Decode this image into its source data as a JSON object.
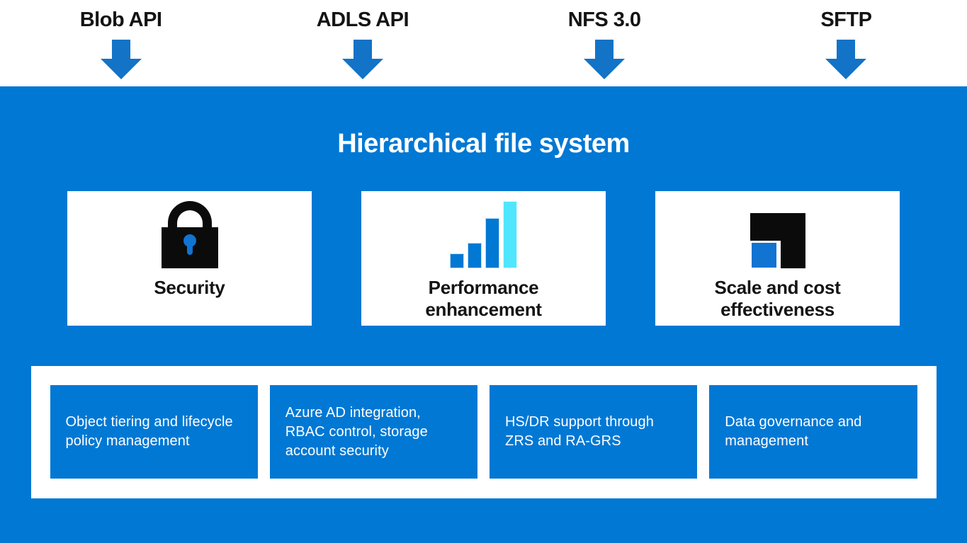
{
  "colors": {
    "background_blue": "#0078d4",
    "arrow_blue": "#1273c7",
    "bar_cyan": "#50e6ff",
    "icon_black": "#0b0b0b",
    "keyhole_blue": "#1173d2",
    "card_bg": "#ffffff",
    "text_dark": "#141414",
    "text_white": "#ffffff"
  },
  "api_row": [
    {
      "label": "Blob API"
    },
    {
      "label": "ADLS API"
    },
    {
      "label": "NFS 3.0"
    },
    {
      "label": "SFTP"
    }
  ],
  "panel": {
    "title": "Hierarchical file system",
    "cards": [
      {
        "icon": "lock-icon",
        "label": "Security"
      },
      {
        "icon": "bar-chart-icon",
        "label": "Performance enhancement"
      },
      {
        "icon": "scale-cost-icon",
        "label": "Scale and cost effectiveness"
      }
    ],
    "features": [
      {
        "text": "Object tiering and lifecycle policy management"
      },
      {
        "text": "Azure AD integration, RBAC control, storage account security"
      },
      {
        "text": "HS/DR support through ZRS and RA-GRS"
      },
      {
        "text": "Data governance and management"
      }
    ]
  }
}
